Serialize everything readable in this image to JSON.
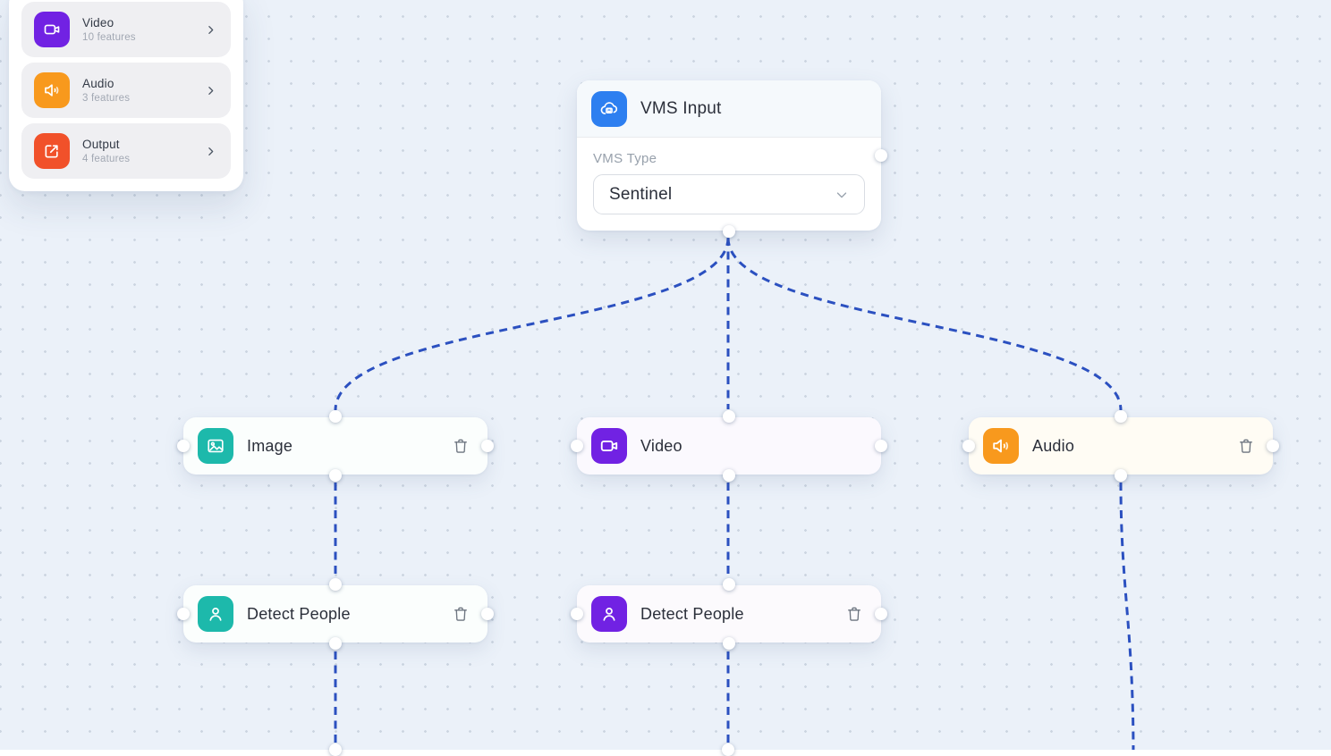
{
  "theme": {
    "canvas_bg": "#ebf1f9",
    "edge_color": "#2b50c0"
  },
  "palette": {
    "items": [
      {
        "label": "Video",
        "features": "10 features",
        "color": "#7122e3"
      },
      {
        "label": "Audio",
        "features": "3 features",
        "color": "#f8991d"
      },
      {
        "label": "Output",
        "features": "4 features",
        "color": "#f1512a"
      }
    ]
  },
  "nodes": {
    "vms_input": {
      "title": "VMS Input",
      "icon_color": "#2d7ff0",
      "field_label": "VMS Type",
      "select_value": "Sentinel"
    },
    "image": {
      "title": "Image",
      "icon_color": "#1db9ab"
    },
    "video": {
      "title": "Video",
      "icon_color": "#7122e3"
    },
    "audio": {
      "title": "Audio",
      "icon_color": "#f8991d"
    },
    "detect_people_left": {
      "title": "Detect People",
      "icon_color": "#1db9ab"
    },
    "detect_people_right": {
      "title": "Detect People",
      "icon_color": "#7122e3"
    }
  }
}
